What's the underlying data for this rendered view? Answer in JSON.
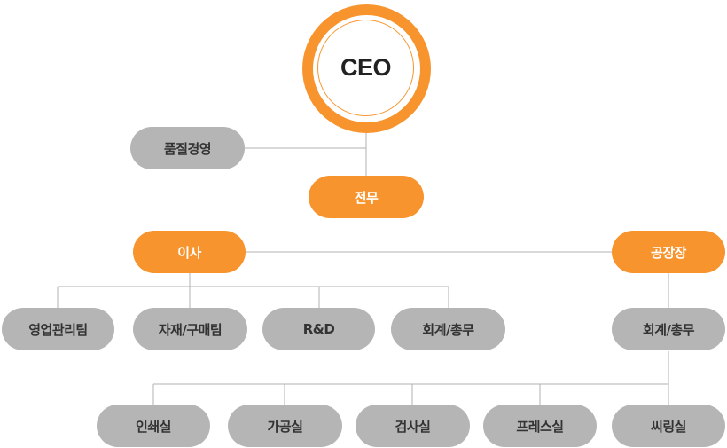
{
  "org_chart": {
    "ceo": "CEO",
    "quality": "품질경영",
    "executive": "전무",
    "director": "이사",
    "plant_manager": "공장장",
    "director_teams": [
      "영업관리팀",
      "자재/구매팀",
      "R&D",
      "회계/총무"
    ],
    "plant_team": "회계/총무",
    "plant_rooms": [
      "인쇄실",
      "가공실",
      "검사실",
      "프레스실",
      "씨링실"
    ]
  },
  "colors": {
    "accent": "#f7942d",
    "node_gray": "#b5b5b5",
    "line": "#b0b0b0"
  }
}
